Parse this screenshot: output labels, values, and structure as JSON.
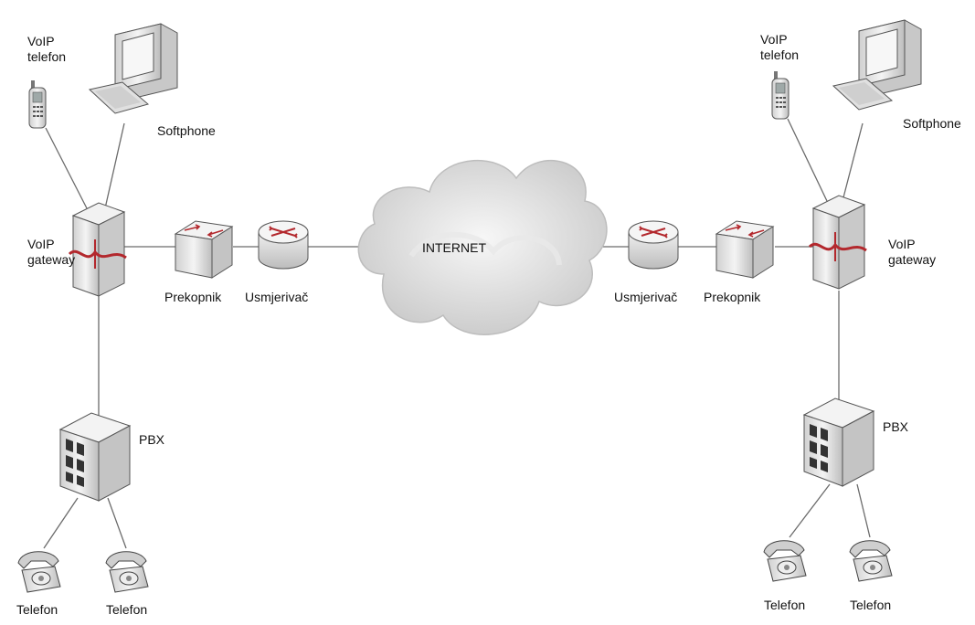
{
  "diagram": {
    "cloud_label": "INTERNET",
    "left": {
      "voip_phone": "VoIP\ntelefon",
      "softphone": "Softphone",
      "gateway": "VoIP\ngateway",
      "switch": "Prekopnik",
      "router": "Usmjerivač",
      "pbx": "PBX",
      "phone1": "Telefon",
      "phone2": "Telefon"
    },
    "right": {
      "voip_phone": "VoIP\ntelefon",
      "softphone": "Softphone",
      "gateway": "VoIP\ngateway",
      "switch": "Prekopnik",
      "router": "Usmjerivač",
      "pbx": "PBX",
      "phone1": "Telefon",
      "phone2": "Telefon"
    },
    "colors": {
      "line": "#6b6b6b",
      "device": "#e4e4e4",
      "accent": "#b3282d",
      "cloud": "#d9d9d9"
    }
  }
}
